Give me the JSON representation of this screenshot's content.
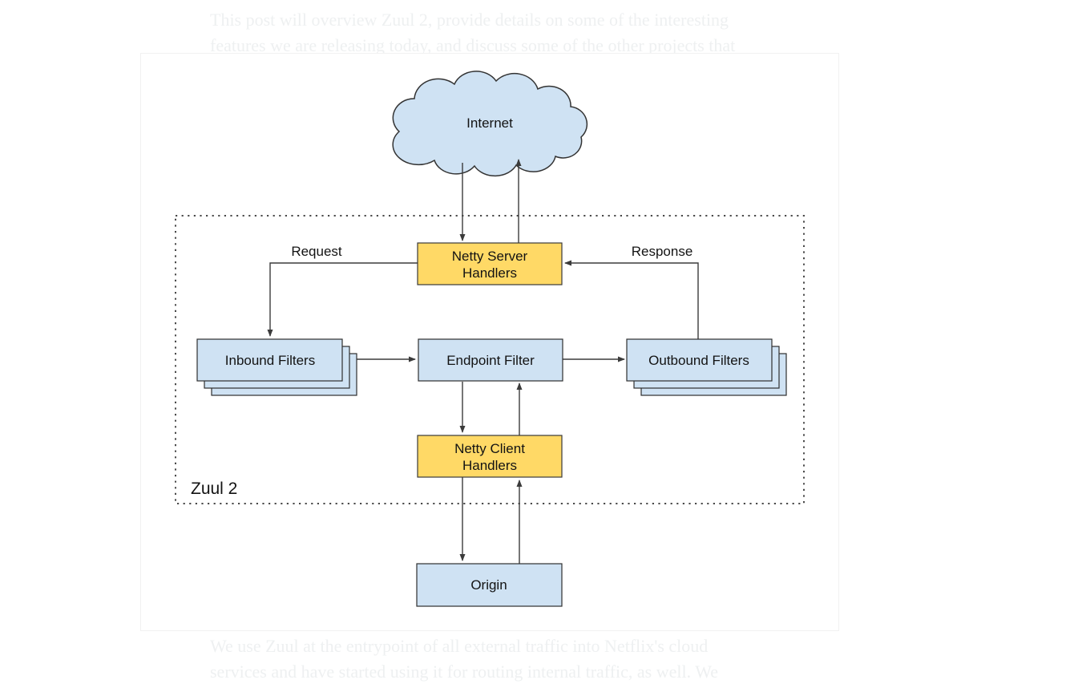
{
  "article": {
    "top_paragraph": {
      "line1": "This post will overview Zuul 2, provide details on some of the interesting",
      "line2": "features we are releasing today, and discuss some of the other projects that"
    },
    "bottom_paragraph": {
      "line1": "We use Zuul at the entrypoint of all external traffic into Netflix's cloud",
      "line2": "services and have started using it for routing internal traffic, as well. We"
    }
  },
  "diagram": {
    "zone_label": "Zuul 2",
    "cloud_label": "Internet",
    "edge_labels": {
      "request": "Request",
      "response": "Response"
    },
    "nodes": {
      "netty_server": {
        "line1": "Netty Server",
        "line2": "Handlers"
      },
      "inbound_filters": {
        "label": "Inbound Filters"
      },
      "endpoint_filter": {
        "label": "Endpoint Filter"
      },
      "outbound_filters": {
        "label": "Outbound Filters"
      },
      "netty_client": {
        "line1": "Netty Client",
        "line2": "Handlers"
      },
      "origin": {
        "label": "Origin"
      }
    },
    "colors": {
      "node_blue": "#cfe2f3",
      "node_yellow": "#ffd966",
      "line": "#3b3b3b",
      "dotted_border": "#4a4a4a",
      "faded_text": "#eef0f1"
    }
  }
}
